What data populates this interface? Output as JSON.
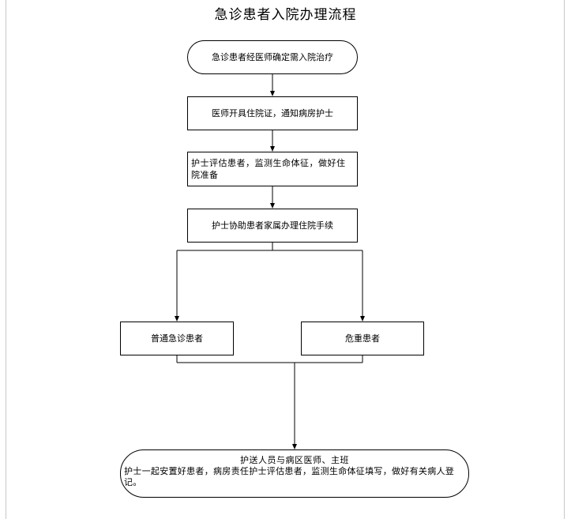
{
  "title": "急诊患者入院办理流程",
  "nodes": {
    "start": "急诊患者经医师确定需入院治疗",
    "step1": "医师开具住院证，通知病房护士",
    "step2": "护士评估患者，监测生命体征，做好住院准备",
    "step3": "护士协助患者家属办理住院手续",
    "normal": "普通急诊患者",
    "critical": "危重患者",
    "end_line1": "护送人员与病区医师、主班",
    "end_line2": "护士一起安置好患者，病房责任护士评估患者，监测生命体征填写，做好有关病人登记。"
  },
  "colors": {
    "line": "#000000",
    "border": "#000000",
    "page_edge": "#c8c8c8",
    "background": "#ffffff"
  }
}
